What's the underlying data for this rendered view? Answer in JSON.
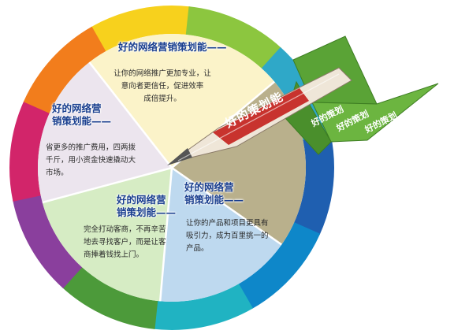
{
  "colors": {
    "ring": [
      "#f7d11d",
      "#8cc63f",
      "#2fa8c8",
      "#1f5fb0",
      "#0e87c9",
      "#20b3c2",
      "#4c9a3a",
      "#8a3f9d",
      "#d2256a",
      "#f27d1c"
    ],
    "sector_top": "#fbf3c9",
    "sector_right": "#b9b08c",
    "sector_left": "#ece5ee",
    "sector_bottom_left": "#d6ecc4",
    "sector_bottom_right": "#bed9ef",
    "title_blue": "#1a3f8f",
    "dart_green": "#5aa336",
    "dart_red": "#c8332e"
  },
  "sections": {
    "top": {
      "title": "好的网络营销策划能——",
      "body": [
        "让你的网络推广更加专业，让",
        "意向者更信任，促进效率",
        "成倍提升。"
      ]
    },
    "left": {
      "title": [
        "好的网络营",
        "销策划能——"
      ],
      "body": [
        "省更多的推广费用，四两拨",
        "千斤，用小资金快速撬动大",
        "市场。"
      ]
    },
    "bottom_left": {
      "title": [
        "好的网络营",
        "销策划能——"
      ],
      "body": [
        "完全打动客商，不再辛苦",
        "地去寻找客户，而是让客",
        "商捧着钱找上门。"
      ]
    },
    "bottom_right": {
      "title": [
        "好的网络营",
        "销策划能——"
      ],
      "body": [
        "让你的产品和项目更具有",
        "吸引力，成为百里挑一的",
        "产品。"
      ]
    }
  },
  "dart": {
    "label": "好的策划能",
    "fins": [
      "好的策划",
      "好的策划",
      "好的策划"
    ]
  },
  "icons": {
    "wheel": "color-wheel-graphic",
    "dart": "dart-arrow-graphic"
  }
}
